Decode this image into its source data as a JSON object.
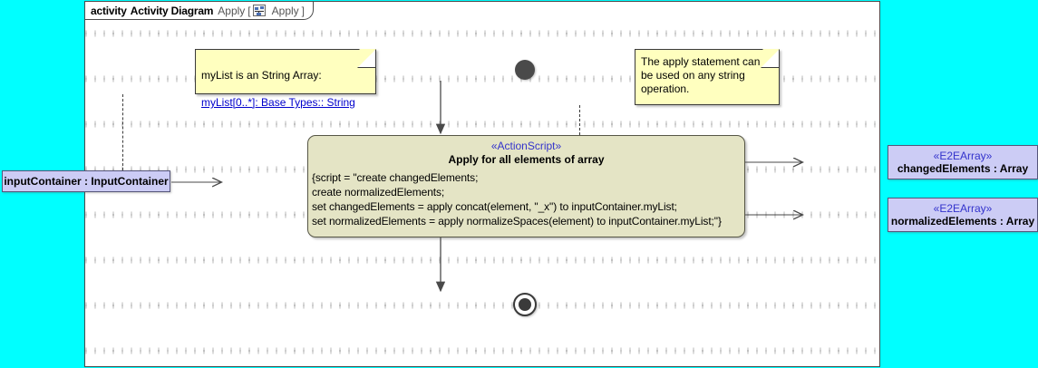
{
  "canvas": {
    "background_color": "#00ffff",
    "frame_background": "#ffffff"
  },
  "frame": {
    "keyword": "activity",
    "diagram_type": "Activity Diagram",
    "name": "Apply",
    "bracket_open": "[",
    "bracket_close": "]",
    "context_name": "Apply",
    "icon": "activity-diagram-icon"
  },
  "notes": [
    {
      "id": "note-mylist",
      "line1": "myList is an String Array:",
      "link": "myList[0..*]: Base Types:: String",
      "fill": "#ffffbf"
    },
    {
      "id": "note-apply",
      "text": "The apply statement can be used on any string operation.",
      "fill": "#ffffbf"
    }
  ],
  "action": {
    "stereotype": "«ActionScript»",
    "name": "Apply for all elements of array",
    "script_lines": [
      "{script = \"create changedElements;",
      "create normalizedElements;",
      "set changedElements = apply concat(element, \"_x\") to inputContainer.myList;",
      "set normalizedElements = apply normalizeSpaces(element) to inputContainer.myList;\"}"
    ],
    "fill": "#e4e4c5"
  },
  "objects": {
    "input": {
      "name": "inputContainer : InputContainer",
      "fill": "#ccccf5"
    },
    "output1": {
      "stereotype": "«E2EArray»",
      "name": "changedElements : Array",
      "fill": "#ccccf5"
    },
    "output2": {
      "stereotype": "«E2EArray»",
      "name": "normalizedElements : Array",
      "fill": "#ccccf5"
    }
  },
  "nodes": {
    "initial": "initial-node",
    "final": "activity-final-node"
  }
}
